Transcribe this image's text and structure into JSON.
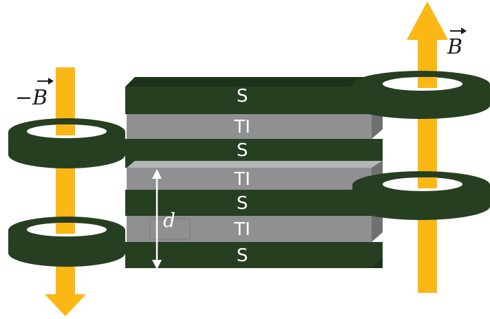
{
  "colors": {
    "superconductor": "#263f21",
    "superconductor_dark": "#1d321a",
    "ti_front": "#8f9092",
    "ti_top": "#b4b5b7",
    "ti_side": "#6f7072",
    "field_arrow": "#fbb714",
    "ring_hole": "#ffffff",
    "dimension": "#ffffff",
    "text_math": "#1a1a1a"
  },
  "labels": {
    "s1": "S",
    "ti1": "TI",
    "s2": "S",
    "ti2": "TI",
    "s3": "S",
    "ti3": "TI",
    "s4": "S",
    "d": "d",
    "field_pos": "B",
    "field_neg": "−B"
  }
}
